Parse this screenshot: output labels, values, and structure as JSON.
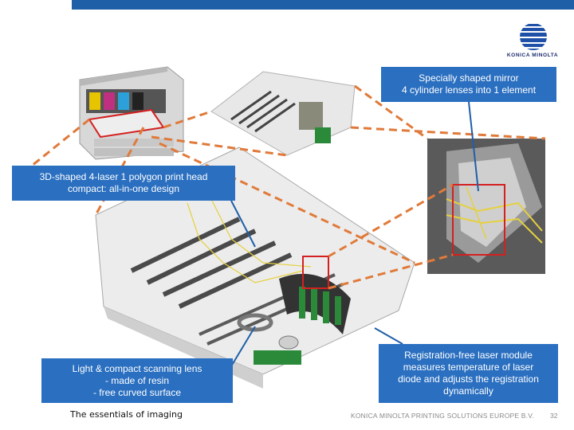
{
  "header": {
    "brand": "KONICA MINOLTA"
  },
  "callouts": {
    "mirror": {
      "line1": "Specially shaped mirror",
      "line2": "4 cylinder lenses into 1 element"
    },
    "print_head": {
      "line1": "3D-shaped 4-laser 1 polygon print head",
      "line2": "compact: all-in-one design"
    },
    "scanning_lens": {
      "line1": "Light & compact scanning lens",
      "line2": "- made of resin",
      "line3": "- free curved surface"
    },
    "laser_module": {
      "line1": "Registration-free laser module",
      "line2": "measures temperature of laser",
      "line3": "diode and adjusts the registration",
      "line4": "dynamically"
    }
  },
  "footer": {
    "tagline": "The essentials of imaging",
    "company": "KONICA MINOLTA PRINTING SOLUTIONS EUROPE B.V.",
    "page": "32"
  },
  "colors": {
    "accent": "#2a6fc0",
    "topbar": "#1f5fa8",
    "dashed_line": "#e07a3a",
    "highlight": "#d42020"
  }
}
